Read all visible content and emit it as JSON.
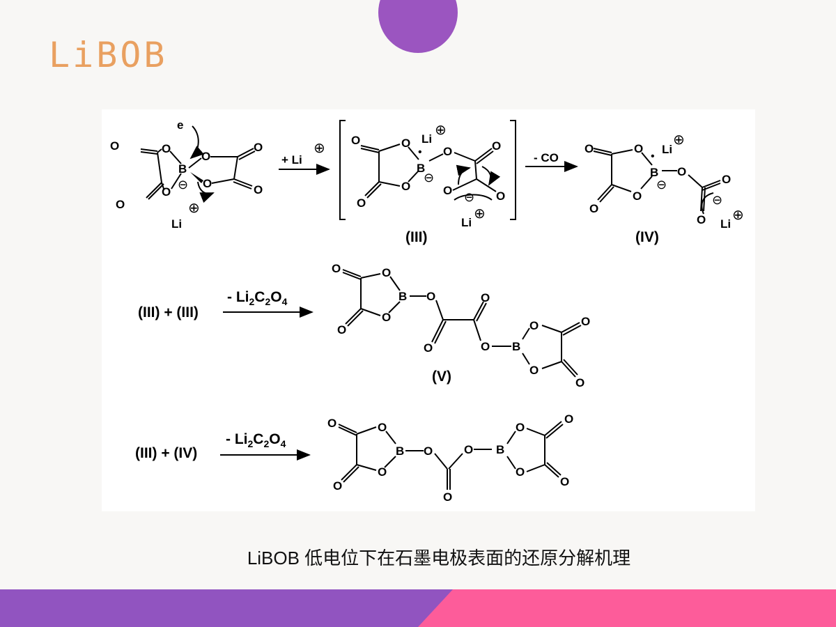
{
  "title": "LiBOB",
  "caption": "LiBOB 低电位下在石墨电极表面的还原分解机理",
  "colors": {
    "title": "#e9a060",
    "oval": "#9b55c0",
    "band_left": "#9154c0",
    "band_right": "#fd5c9a"
  },
  "scheme": {
    "electron": "e",
    "li": "Li",
    "boron": "B",
    "oxygen": "O",
    "minus": "⊖",
    "plus": "⊕",
    "radical": "•",
    "arrow1_label": "+ Li",
    "arrow2_label": "- CO",
    "label_III": "(III)",
    "label_IV": "(IV)",
    "label_V": "(V)",
    "eq1_reactants": "(III) + (III)",
    "eq2_reactants": "(III) + (IV)",
    "loss_prefix": "- Li",
    "sub2": "2",
    "sub4": "4",
    "carbon": "C",
    "oxy": "O"
  }
}
